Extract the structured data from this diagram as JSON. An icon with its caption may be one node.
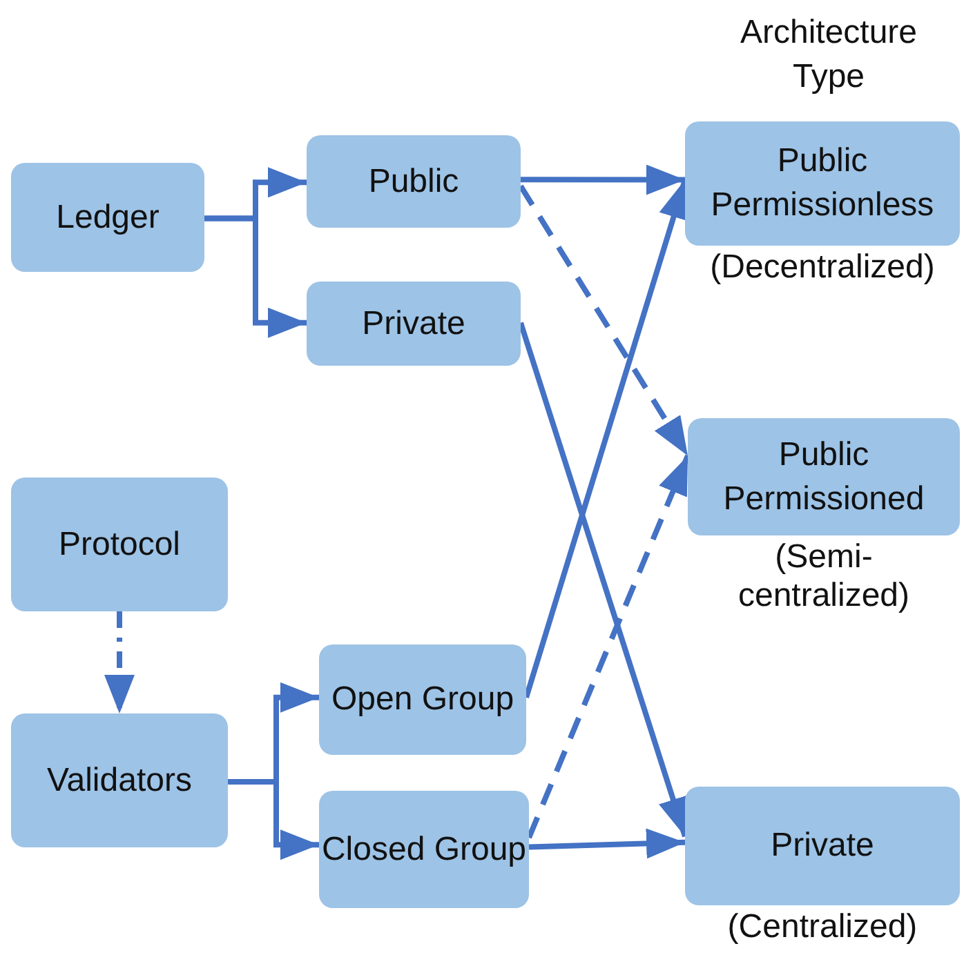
{
  "diagram": {
    "nodes": [
      {
        "text": [
          "Ledger"
        ]
      },
      {
        "text": [
          "Public"
        ]
      },
      {
        "text": [
          "Private"
        ]
      },
      {
        "text": [
          "Protocol"
        ]
      },
      {
        "text": [
          "Validators"
        ]
      },
      {
        "text": [
          "Open Group"
        ]
      },
      {
        "text": [
          "Closed Group"
        ]
      },
      {
        "text": [
          "Public Permissionless"
        ],
        "beside": [
          "(Decentralized)"
        ]
      },
      {
        "text": [
          "Public Permissioned"
        ],
        "beside": [
          "(Semi- centralized)"
        ]
      },
      {
        "text": [
          "Private"
        ],
        "beside": [
          "(Centralized)"
        ]
      }
    ],
    "edges": [
      {
        "from": 0,
        "to": 1,
        "arrow": "to"
      },
      {
        "from": 0,
        "to": 2,
        "arrow": "to"
      },
      {
        "from": 1,
        "to": 7,
        "arrow": "to"
      },
      {
        "from": 1,
        "to": 8,
        "arrow": "to",
        "style": "dashed"
      },
      {
        "from": 2,
        "to": 9,
        "arrow": "to"
      },
      {
        "from": 3,
        "to": 4,
        "arrow": "to",
        "style": "dashed"
      },
      {
        "from": 4,
        "to": 5,
        "arrow": "to"
      },
      {
        "from": 4,
        "to": 6,
        "arrow": "to"
      },
      {
        "from": 5,
        "to": 7,
        "arrow": "to"
      },
      {
        "from": 6,
        "to": 8,
        "arrow": "to",
        "style": "dashed"
      },
      {
        "from": 6,
        "to": 9,
        "arrow": "to"
      }
    ],
    "labels": [
      "Architecture Type"
    ]
  }
}
